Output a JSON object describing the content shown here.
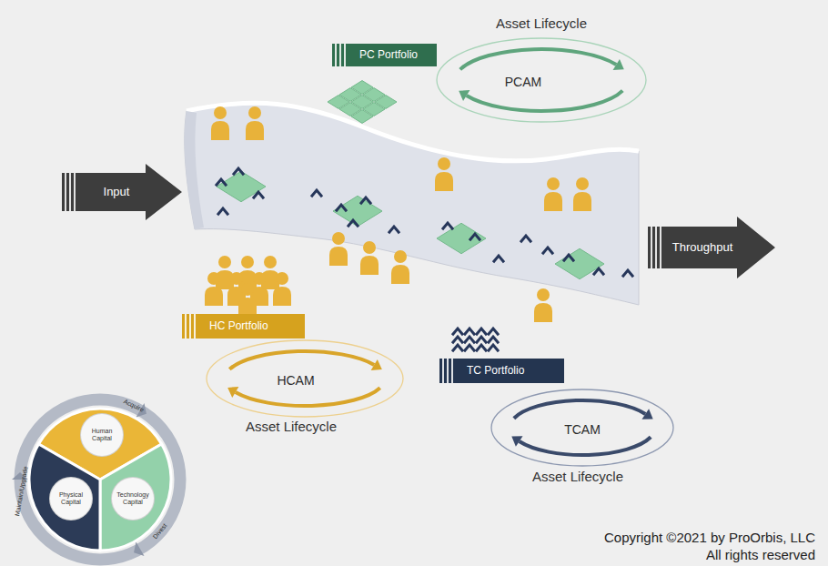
{
  "diagram": {
    "nodes": [
      {
        "text": [
          "PC Portfolio"
        ]
      },
      {
        "text": [
          "Asset Lifecycle",
          "PCAM"
        ]
      },
      {
        "text": [
          "Input"
        ]
      },
      {
        "text": [
          "Throughput"
        ]
      },
      {
        "text": [
          "HC Portfolio"
        ]
      },
      {
        "text": [
          "HCAM",
          "Asset Lifecycle"
        ]
      },
      {
        "text": [
          "TC Portfolio"
        ]
      },
      {
        "text": [
          "TCAM",
          "Asset Lifecycle"
        ]
      },
      {
        "text": [
          "Human Capital"
        ]
      },
      {
        "text": [
          "Physical Capital"
        ]
      },
      {
        "text": [
          "Technology Capital"
        ]
      }
    ],
    "labels": [
      "Acquire",
      "Maintain/Upgrade",
      "Divest",
      "Copyright ©2021 by ProOrbis, LLC",
      "All rights reserved"
    ]
  }
}
